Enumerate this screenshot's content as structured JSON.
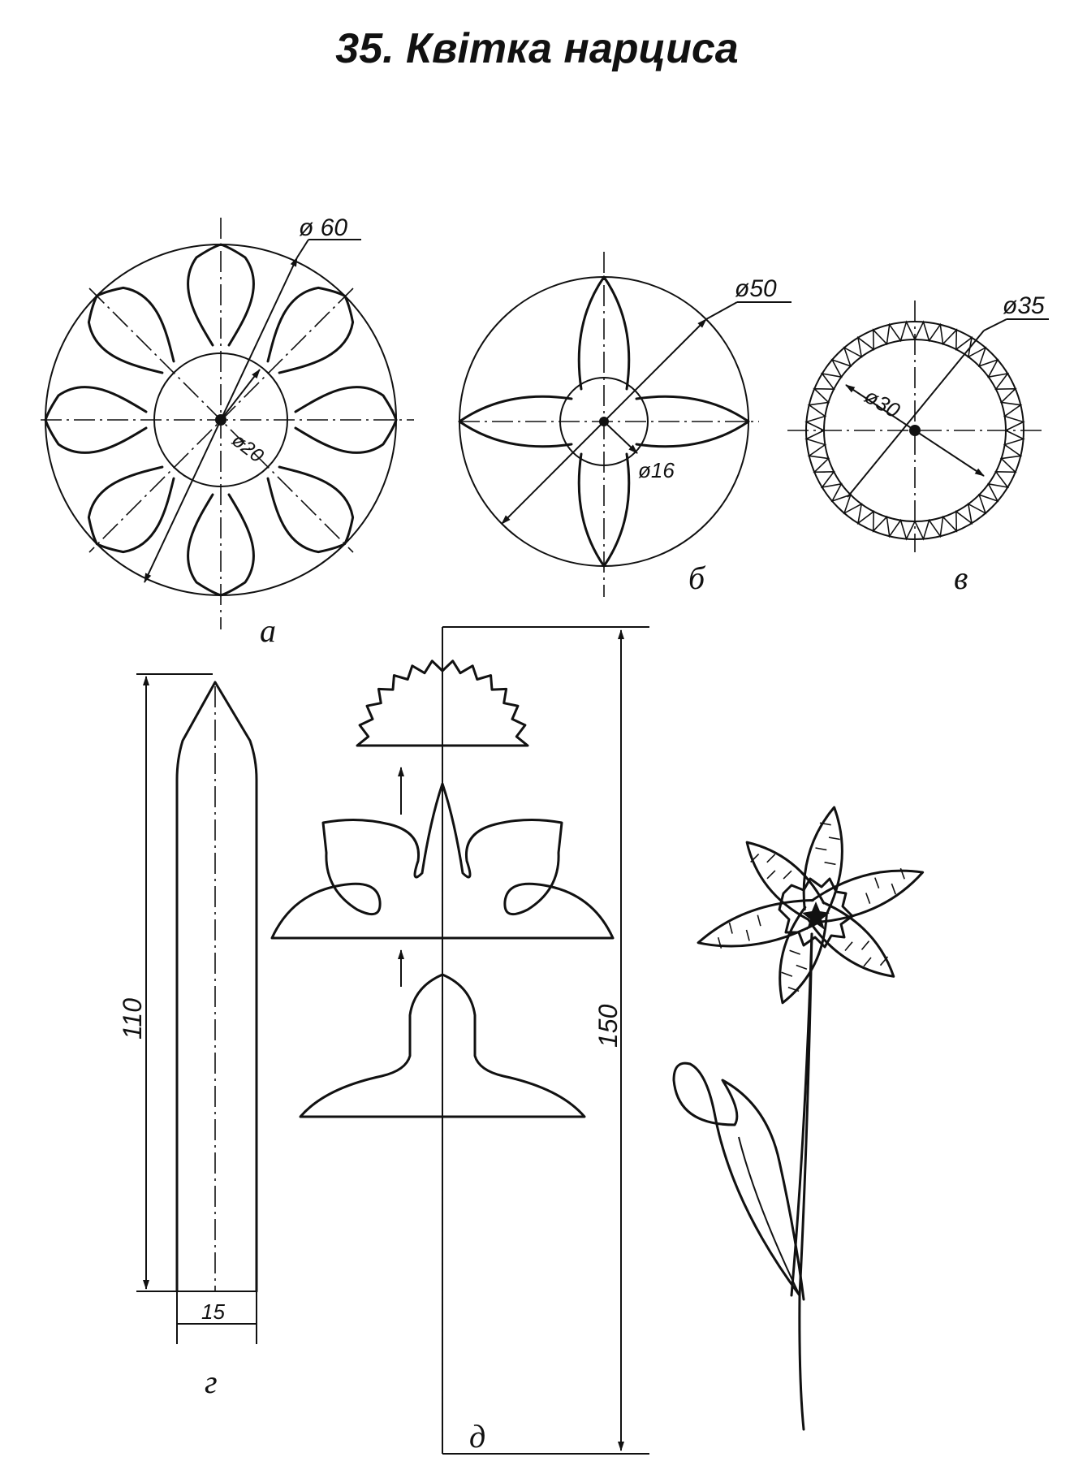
{
  "title": "35. Квітка нарциса",
  "figures": {
    "a": {
      "label": "а",
      "outer_diameter": "ø 60",
      "inner_diameter": "ø20"
    },
    "b": {
      "label": "б",
      "outer_diameter": "ø50",
      "inner_diameter": "ø16"
    },
    "v": {
      "label": "в",
      "outer_diameter": "ø35",
      "inner_diameter": "ø30"
    },
    "g": {
      "label": "г",
      "length": "110",
      "width": "15"
    },
    "d": {
      "label": "д",
      "height": "150"
    }
  }
}
